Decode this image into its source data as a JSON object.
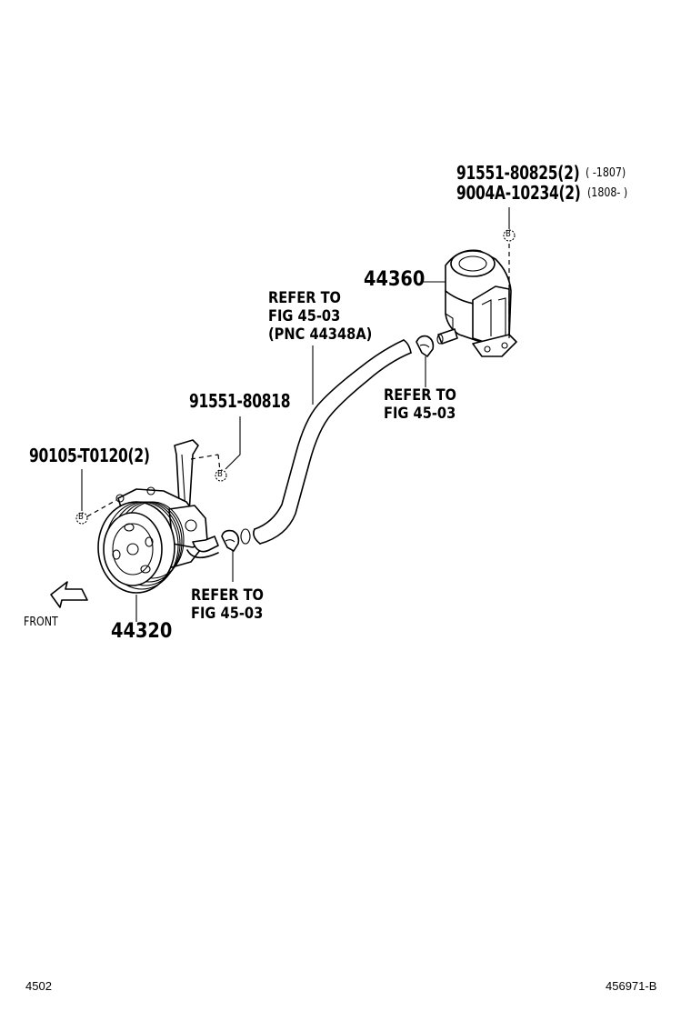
{
  "labels": {
    "bolt_top_1": "91551-80825(2)",
    "bolt_top_1_range": "(    -1807)",
    "bolt_top_2": "9004A-10234(2)",
    "bolt_top_2_range": "(1808-      )",
    "reservoir": "44360",
    "hose_ref_1": "REFER TO",
    "hose_ref_2": "FIG 45-03",
    "hose_ref_3": "(PNC 44348A)",
    "clamp_ref_right_1": "REFER TO",
    "clamp_ref_right_2": "FIG 45-03",
    "bolt_mid": "91551-80818",
    "bolt_left": "90105-T0120(2)",
    "clamp_ref_bottom_1": "REFER TO",
    "clamp_ref_bottom_2": "FIG 45-03",
    "pump": "44320",
    "front": "FRONT",
    "circle_b": "B"
  },
  "footer": {
    "left": "4502",
    "right": "456971-B"
  }
}
